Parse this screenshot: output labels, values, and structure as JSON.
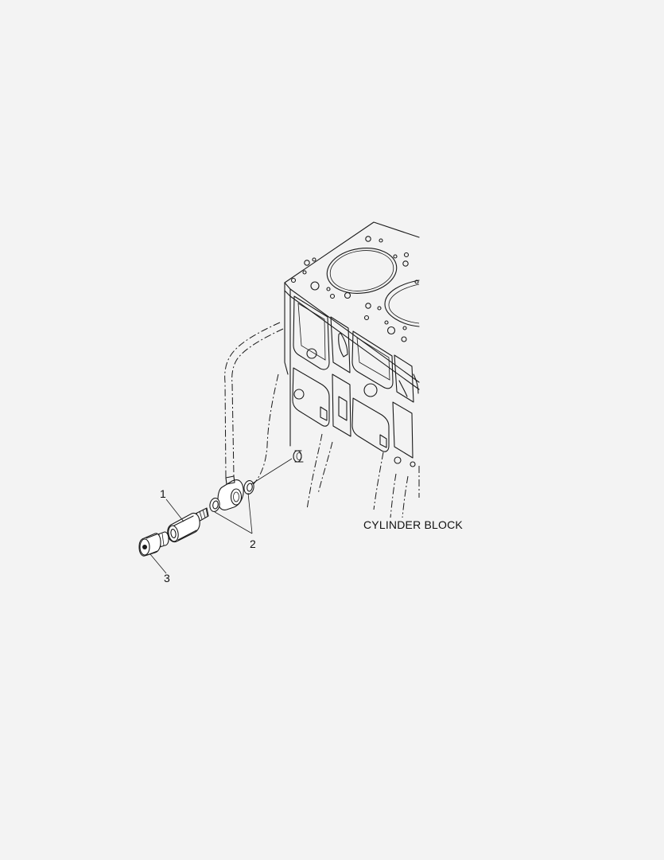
{
  "diagram": {
    "block_label": "CYLINDER BLOCK",
    "callouts": [
      "1",
      "2",
      "3"
    ]
  },
  "colors": {
    "background": "#f3f3f3",
    "line": "#1a1a1a"
  }
}
